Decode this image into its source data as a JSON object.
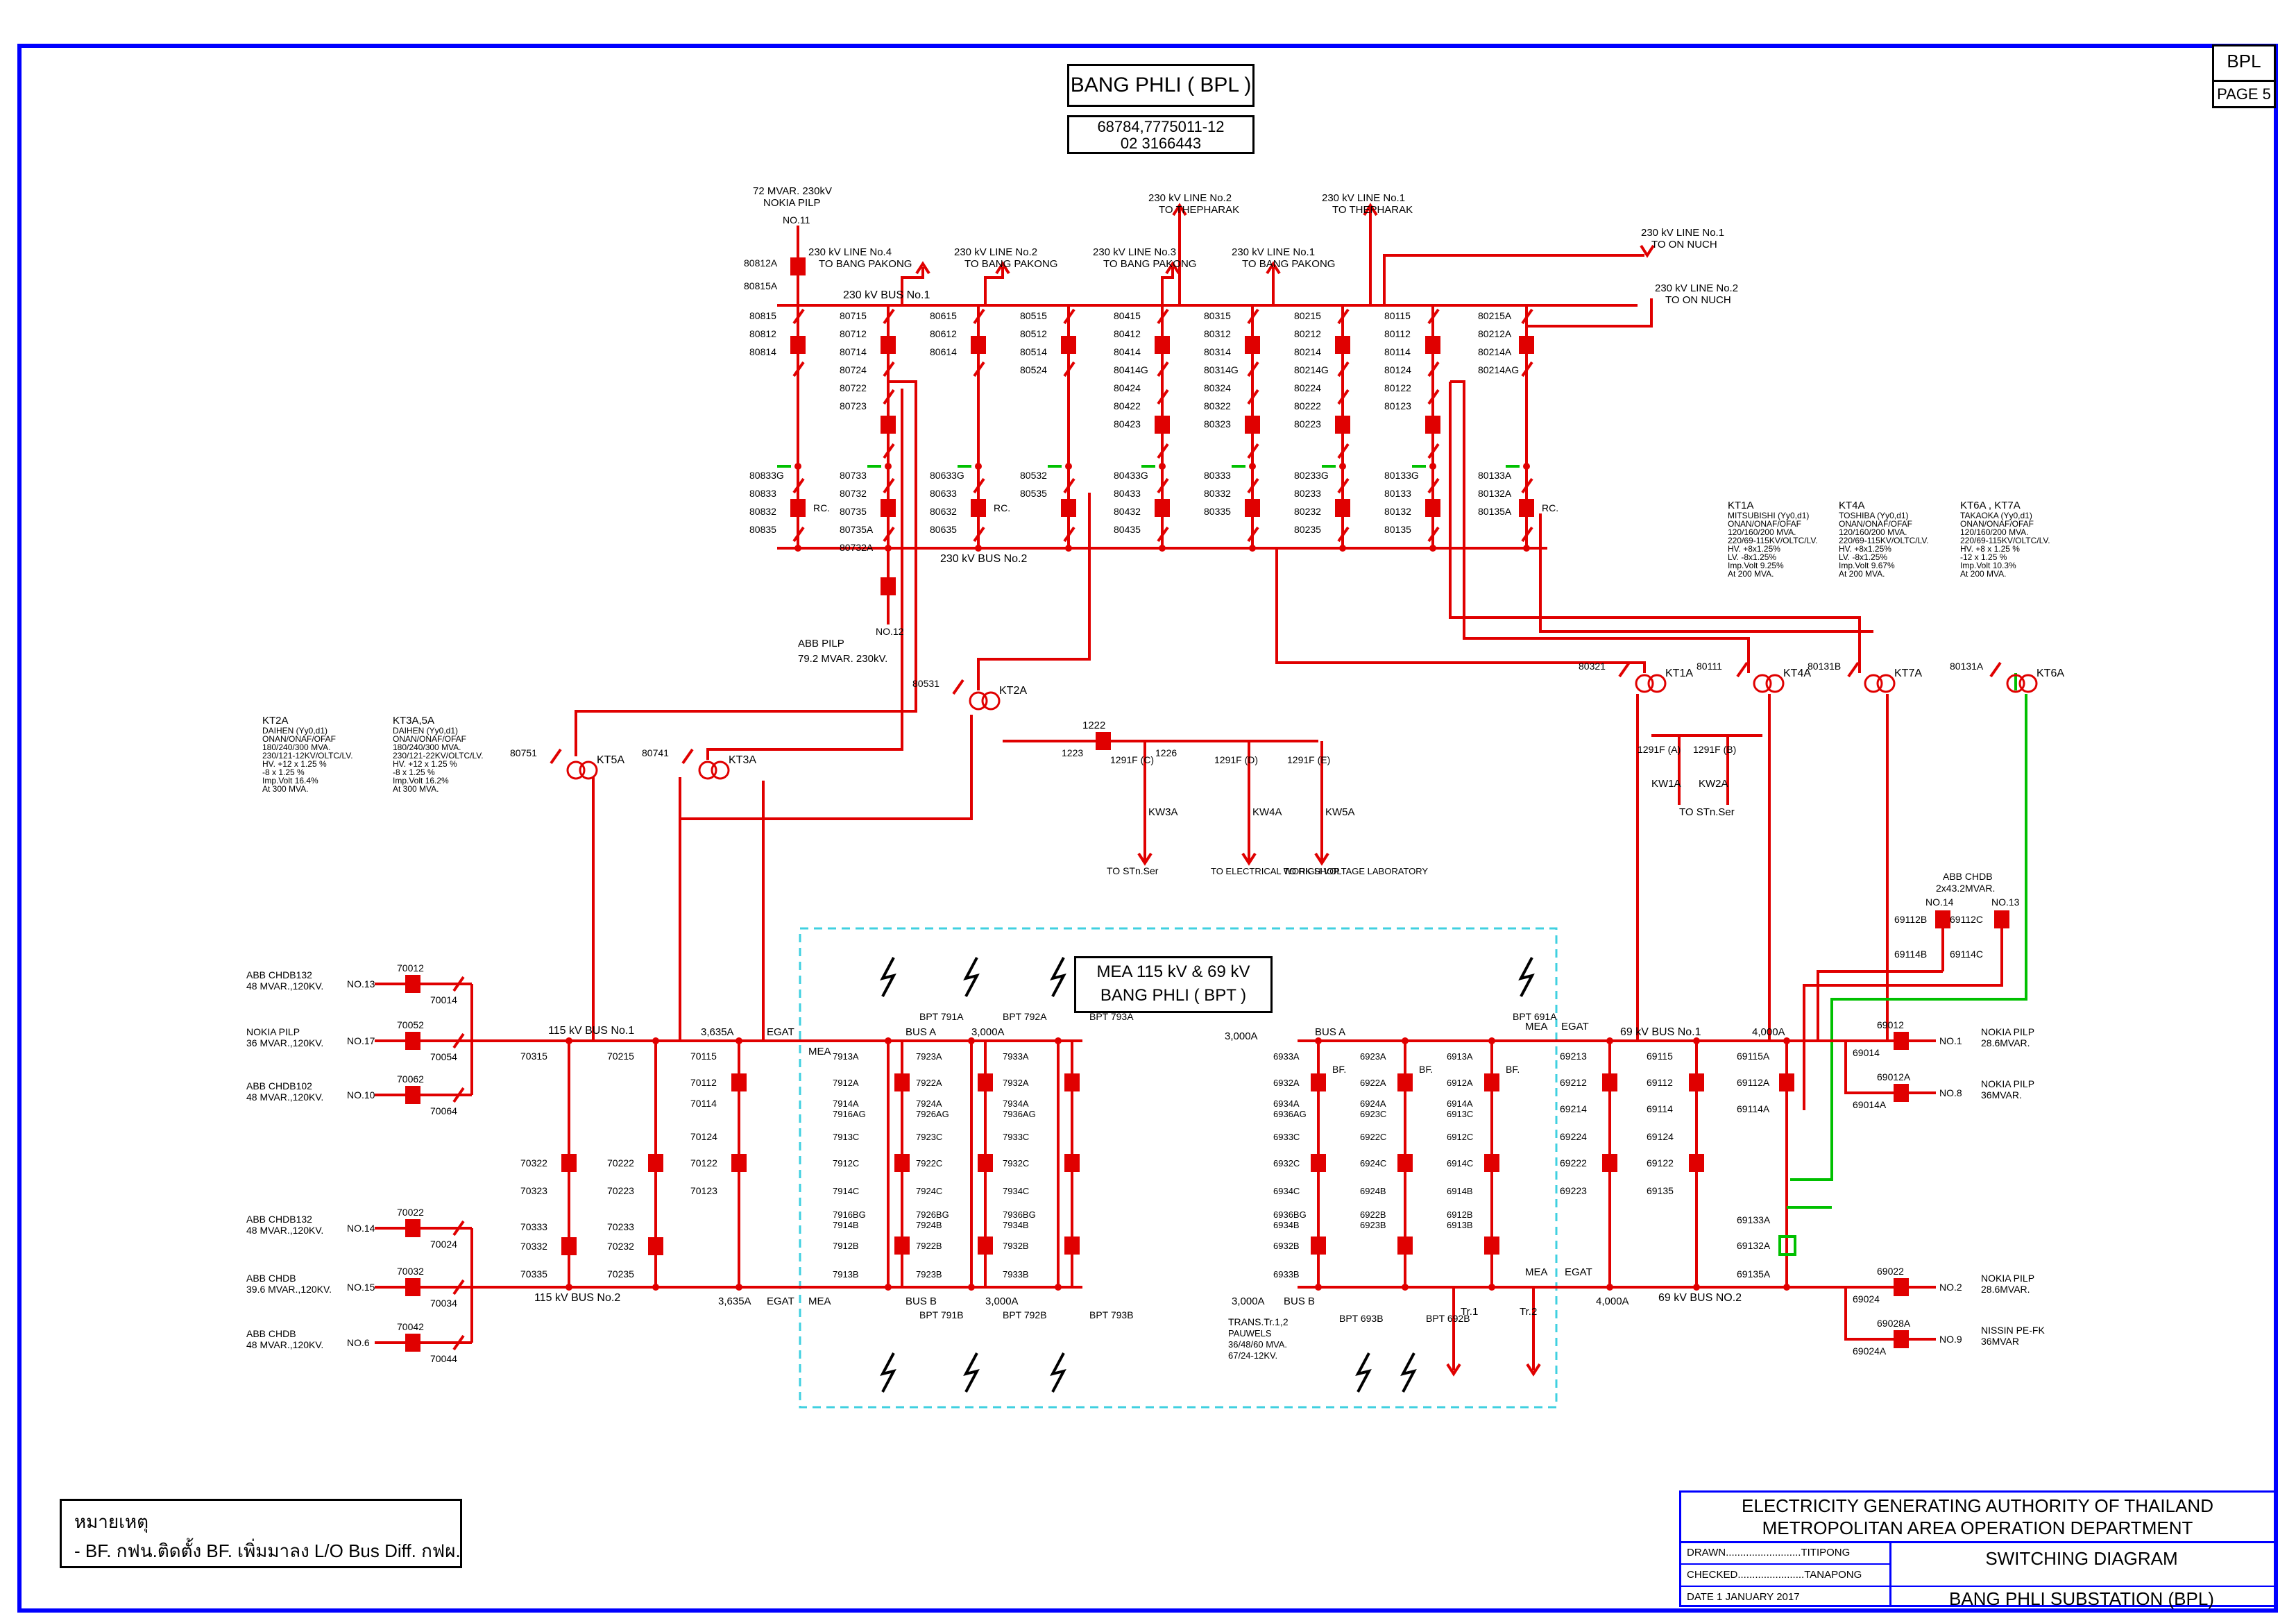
{
  "header": {
    "title": "BANG PHLI ( BPL )",
    "phone1": "68784,7775011-12",
    "phone2": "02 3166443",
    "code": "BPL",
    "page": "PAGE 5"
  },
  "lines_230": [
    {
      "label": "72 MVAR. 230kV",
      "sub": "NOKIA PILP"
    },
    {
      "label": "230 kV LINE No.4",
      "sub": "TO BANG PAKONG"
    },
    {
      "label": "230 kV LINE No.2",
      "sub": "TO BANG PAKONG"
    },
    {
      "label": "230 kV LINE No.3",
      "sub": "TO BANG PAKONG"
    },
    {
      "label": "230 kV LINE No.2",
      "sub": "TO THEPHARAK"
    },
    {
      "label": "230 kV LINE No.1",
      "sub": "TO BANG PAKONG"
    },
    {
      "label": "230 kV LINE No.1",
      "sub": "TO THEPHARAK"
    },
    {
      "label": "230 kV LINE No.1",
      "sub": "TO ON NUCH"
    },
    {
      "label": "230 kV LINE No.2",
      "sub": "TO ON NUCH"
    }
  ],
  "buses": {
    "b230_1": "230 kV BUS No.1",
    "b230_2": "230 kV BUS No.2",
    "b115_1": "115 kV BUS No.1",
    "b115_2": "115 kV BUS No.2",
    "b69_1": "69 kV BUS No.1",
    "b69_2": "69 kV BUS NO.2",
    "busA": "BUS A",
    "busB": "BUS B"
  },
  "col_230": [
    {
      "top": [
        "80815",
        "80812",
        "80814"
      ],
      "bottom": [
        "80833G",
        "80833",
        "80832",
        "80835"
      ],
      "rc": "RC."
    },
    {
      "top": [
        "80715",
        "80712",
        "80714",
        "80724",
        "80722",
        "80723"
      ],
      "bottom": [
        "80733",
        "80732",
        "80735",
        "80735A",
        "80732A"
      ]
    },
    {
      "top": [
        "80615",
        "80612",
        "80614"
      ],
      "bottom": [
        "80633G",
        "80633",
        "80632",
        "80635"
      ],
      "rc": "RC."
    },
    {
      "top": [
        "80515",
        "80512",
        "80514",
        "80524"
      ],
      "bottom": [
        "80532",
        "80535"
      ]
    },
    {
      "top": [
        "80415",
        "80412",
        "80414",
        "80414G",
        "80424",
        "80422",
        "80423"
      ],
      "bottom": [
        "80433G",
        "80433",
        "80432",
        "80435"
      ]
    },
    {
      "top": [
        "80315",
        "80312",
        "80314",
        "80314G",
        "80324",
        "80322",
        "80323"
      ],
      "bottom": [
        "80333",
        "80332",
        "80335"
      ]
    },
    {
      "top": [
        "80215",
        "80212",
        "80214",
        "80214G",
        "80224",
        "80222",
        "80223"
      ],
      "bottom": [
        "80233G",
        "80233",
        "80232",
        "80235"
      ]
    },
    {
      "top": [
        "80115",
        "80112",
        "80114",
        "80124",
        "80122",
        "80123"
      ],
      "bottom": [
        "80133G",
        "80133",
        "80132",
        "80135"
      ]
    },
    {
      "top": [
        "80215A",
        "80212A",
        "80214A",
        "80214AG"
      ],
      "bottom": [
        "80133A",
        "80132A",
        "80135A"
      ],
      "rc": "RC."
    }
  ],
  "reactors": {
    "r1": "NO.11",
    "r2": "NO.12",
    "r2_name": "ABB PILP",
    "r2_rating": "79.2 MVAR. 230kV."
  },
  "transformer_specs": [
    {
      "name": "KT1A",
      "lines": [
        "MITSUBISHI (Yy0,d1)",
        "ONAN/ONAF/OFAF",
        "120/160/200 MVA.",
        "220/69-115KV/OLTC/LV.",
        "HV. +8x1.25%",
        "LV. -8x1.25%",
        "Imp.Volt 9.25%",
        "At 200 MVA."
      ]
    },
    {
      "name": "KT4A",
      "lines": [
        "TOSHIBA (Yy0,d1)",
        "ONAN/ONAF/OFAF",
        "120/160/200 MVA.",
        "220/69-115KV/OLTC/LV.",
        "HV. +8x1.25%",
        "LV. -8x1.25%",
        "Imp.Volt 9.67%",
        "At 200 MVA."
      ]
    },
    {
      "name": "KT6A , KT7A",
      "lines": [
        "TAKAOKA (Yy0,d1)",
        "ONAN/ONAF/OFAF",
        "120/160/200 MVA.",
        "220/69-115KV/OLTC/LV.",
        "HV. +8 x 1.25 %",
        "-12 x 1.25 %",
        "Imp.Volt 10.3%",
        "At 200 MVA."
      ]
    },
    {
      "name": "KT2A",
      "lines": [
        "DAIHEN (Yy0,d1)",
        "ONAN/ONAF/OFAF",
        "180/240/300 MVA.",
        "230/121-12KV/OLTC/LV.",
        "HV. +12 x 1.25 %",
        "-8 x 1.25 %",
        "Imp.Volt 16.4%",
        "At 300 MVA."
      ]
    },
    {
      "name": "KT3A,5A",
      "lines": [
        "DAIHEN (Yy0,d1)",
        "ONAN/ONAF/OFAF",
        "180/240/300 MVA.",
        "230/121-22KV/OLTC/LV.",
        "HV. +12 x 1.25 %",
        "-8 x 1.25 %",
        "Imp.Volt 16.2%",
        "At 300 MVA."
      ]
    }
  ],
  "transformers": [
    {
      "name": "KT5A",
      "sw": "80751"
    },
    {
      "name": "KT3A",
      "sw": "80741"
    },
    {
      "name": "KT2A",
      "sw": "80531"
    },
    {
      "name": "KT1A",
      "sw": "80321"
    },
    {
      "name": "KT4A",
      "sw": "80111"
    },
    {
      "name": "KT7A",
      "sw": "80131B"
    },
    {
      "name": "KT6A",
      "sw": "80131A"
    }
  ],
  "station_service": {
    "cb": "1222",
    "sw": [
      "1223",
      "1226",
      "1291F (C)",
      "1291F (D)",
      "1291F (E)",
      "1291F (A)",
      "1291F (B)"
    ],
    "kw": [
      "KW3A",
      "KW4A",
      "KW5A",
      "KW1A",
      "KW2A"
    ],
    "dest": [
      "TO STn.Ser",
      "TO ELECTRICAL WORK SHOP",
      "TO HIGH VOLTAGE LABORATORY",
      "TO STn.Ser"
    ]
  },
  "caps_115": [
    {
      "name": "ABB CHDB132",
      "rating": "48 MVAR.,120KV.",
      "no": "NO.13",
      "cb": "70012",
      "sw": "70014"
    },
    {
      "name": "NOKIA PILP",
      "rating": "36 MVAR.,120KV.",
      "no": "NO.17",
      "cb": "70052",
      "sw": "70054"
    },
    {
      "name": "ABB CHDB102",
      "rating": "48 MVAR.,120KV.",
      "no": "NO.10",
      "cb": "70062",
      "sw": "70064"
    },
    {
      "name": "ABB CHDB132",
      "rating": "48 MVAR.,120KV.",
      "no": "NO.14",
      "cb": "70022",
      "sw": "70024"
    },
    {
      "name": "ABB CHDB",
      "rating": "39.6 MVAR.,120KV.",
      "no": "NO.15",
      "cb": "70032",
      "sw": "70034"
    },
    {
      "name": "ABB CHDB",
      "rating": "48 MVAR.,120KV.",
      "no": "NO.6",
      "cb": "70042",
      "sw": "70044"
    }
  ],
  "col_115": [
    {
      "ids": [
        "70315",
        "70322",
        "70323",
        "70333",
        "70332",
        "70335"
      ]
    },
    {
      "ids": [
        "70215",
        "70222",
        "70223",
        "70233",
        "70232",
        "70235"
      ]
    },
    {
      "ids": [
        "70115",
        "70112",
        "70114",
        "70124",
        "70122",
        "70123"
      ]
    }
  ],
  "mea": {
    "title1": "MEA 115 kV & 69 kV",
    "title2": "BANG PHLI ( BPT )",
    "egat": "EGAT",
    "mea": "MEA",
    "amp3635": "3,635A",
    "amp3000": "3,000A",
    "amp4000": "4,000A",
    "col115": [
      {
        "ids": [
          "7913A",
          "7912A",
          "7914A",
          "7916AG",
          "7913C",
          "7912C",
          "7914C",
          "7916BG",
          "7914B",
          "7912B",
          "7913B"
        ],
        "bpt_top": "BPT 791A",
        "bpt_bot": "BPT 791B"
      },
      {
        "ids": [
          "7923A",
          "7922A",
          "7924A",
          "7926AG",
          "7923C",
          "7922C",
          "7924C",
          "7926BG",
          "7924B",
          "7922B",
          "7923B"
        ],
        "bpt_top": "BPT 792A",
        "bpt_bot": "BPT 792B"
      },
      {
        "ids": [
          "7933A",
          "7932A",
          "7934A",
          "7936AG",
          "7933C",
          "7932C",
          "7934C",
          "7936BG",
          "7934B",
          "7932B",
          "7933B"
        ],
        "bpt_top": "BPT 793A",
        "bpt_bot": "BPT 793B"
      }
    ],
    "col69": [
      {
        "ids": [
          "6933A",
          "6932A",
          "6934A",
          "6936AG",
          "6933C",
          "6932C",
          "6934C",
          "6936BG",
          "6934B",
          "6932B",
          "6933B"
        ],
        "bf": "BF.",
        "bpt": "BPT 693B"
      },
      {
        "ids": [
          "6923A",
          "6922A",
          "6924A",
          "6923C",
          "6922C",
          "6924C",
          "6924B",
          "6922B",
          "6923B"
        ],
        "bf": "BF.",
        "bpt": "BPT 692B"
      },
      {
        "ids": [
          "6913A",
          "6912A",
          "6914A",
          "6913C",
          "6912C",
          "6914C",
          "6914B",
          "6912B",
          "6913B"
        ],
        "bf": "BF.",
        "bpt": "BPT 691A"
      }
    ],
    "trans": "TRANS.Tr.1,2",
    "trans2": "PAUWELS",
    "trans3": "36/48/60 MVA.",
    "trans4": "67/24-12KV.",
    "tr1": "Tr.1",
    "tr2": "Tr.2"
  },
  "col_69": [
    {
      "ids": [
        "69213",
        "69212",
        "69214",
        "69224",
        "69222",
        "69223"
      ]
    },
    {
      "ids": [
        "69115",
        "69112",
        "69114",
        "69124",
        "69122",
        "69135"
      ]
    },
    {
      "ids": [
        "69115A",
        "69112A",
        "69114A",
        "69133A",
        "69132A",
        "69135A"
      ]
    }
  ],
  "caps_69": [
    {
      "name": "NOKIA PILP",
      "rating": "28.6MVAR.",
      "no": "NO.1",
      "cb": "69012",
      "sw": "69014"
    },
    {
      "name": "NOKIA PILP",
      "rating": "36MVAR.",
      "no": "NO.8",
      "cb": "69012A",
      "sw": "69014A"
    },
    {
      "name": "NOKIA PILP",
      "rating": "28.6MVAR.",
      "no": "NO.2",
      "cb": "69022",
      "sw": "69024"
    },
    {
      "name": "NISSIN PE-FK",
      "rating": "36MVAR",
      "no": "NO.9",
      "cb": "69028A",
      "sw": "69024A"
    }
  ],
  "abb_chdb": {
    "name": "ABB CHDB",
    "rating": "2x43.2MVAR.",
    "no14": "NO.14",
    "no13": "NO.13",
    "ids": [
      "69112B",
      "69112C",
      "69114B",
      "69114C"
    ]
  },
  "legend": {
    "title": "หมายเหตุ",
    "text": "- BF. กฟน.ติดตั้ง BF. เพิ่มมาลง L/O Bus Diff. กฟผ."
  },
  "title_block": {
    "org1": "ELECTRICITY GENERATING AUTHORITY OF THAILAND",
    "org2": "METROPOLITAN AREA OPERATION DEPARTMENT",
    "drawn": "DRAWN..........................TITIPONG",
    "checked": "CHECKED.......................TANAPONG",
    "date": "DATE  1  JANUARY  2017",
    "diagram": "SWITCHING  DIAGRAM",
    "station": "BANG PHLI SUBSTATION (BPL)"
  },
  "colors": {
    "frame": "#0000ff",
    "line": "#e00000",
    "ground": "#00c000",
    "mea_box": "#40d0e0"
  }
}
